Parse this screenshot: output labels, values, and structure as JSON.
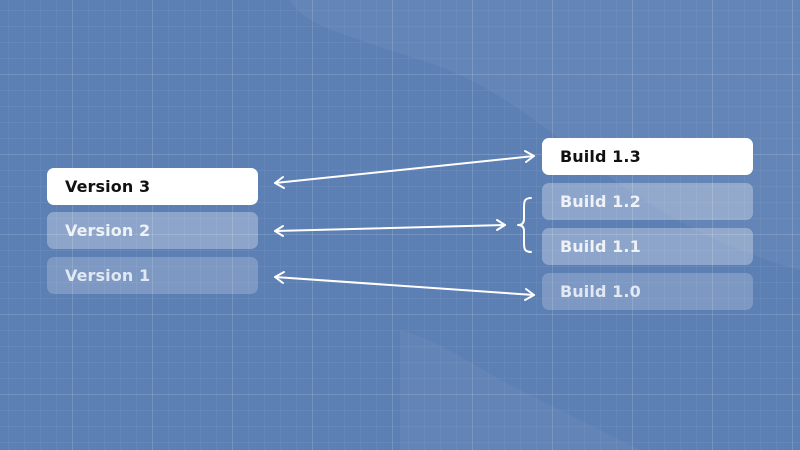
{
  "versions": [
    {
      "label": "Version 3",
      "state": "active"
    },
    {
      "label": "Version 2",
      "state": "mid"
    },
    {
      "label": "Version 1",
      "state": "faint"
    }
  ],
  "builds": [
    {
      "label": "Build 1.3",
      "state": "active"
    },
    {
      "label": "Build 1.2",
      "state": "mid"
    },
    {
      "label": "Build 1.1",
      "state": "mid"
    },
    {
      "label": "Build 1.0",
      "state": "faint"
    }
  ],
  "mappings": [
    {
      "version": "Version 3",
      "builds": [
        "Build 1.3"
      ]
    },
    {
      "version": "Version 2",
      "builds": [
        "Build 1.2",
        "Build 1.1"
      ]
    },
    {
      "version": "Version 1",
      "builds": [
        "Build 1.0"
      ]
    }
  ],
  "colors": {
    "background": "#5c7fb4",
    "active_box": "#ffffff",
    "active_text": "#111111",
    "arrow": "#ffffff"
  }
}
